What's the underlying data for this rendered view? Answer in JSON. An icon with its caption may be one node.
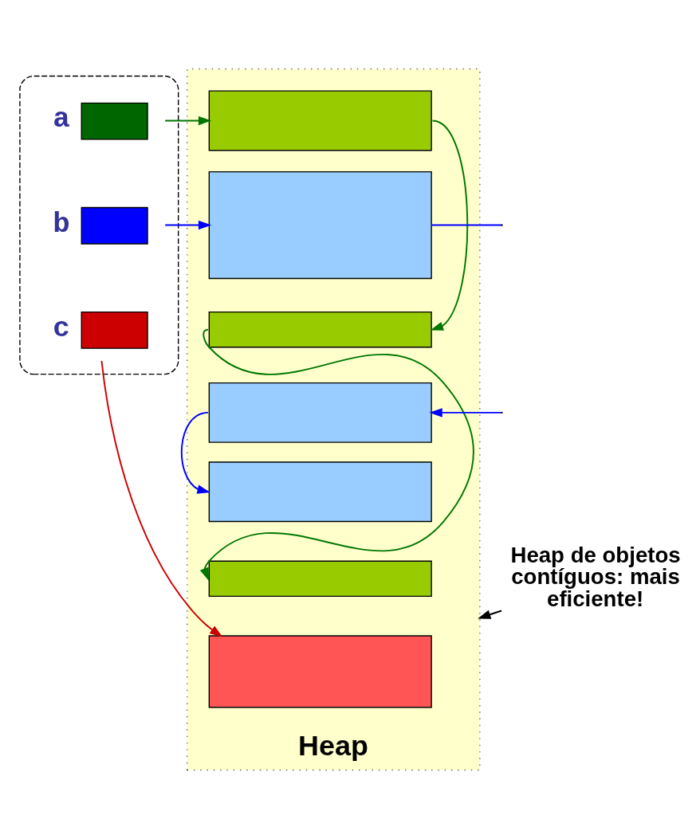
{
  "diagram": {
    "nodes": [
      {
        "text": [],
        "shape": "box"
      },
      {
        "text": [],
        "beside": [
          "a"
        ],
        "in": 0,
        "shape": "box"
      },
      {
        "text": [],
        "beside": [
          "b"
        ],
        "in": 0,
        "shape": "box"
      },
      {
        "text": [],
        "beside": [
          "c"
        ],
        "in": 0,
        "shape": "box"
      },
      {
        "text": [
          "Heap"
        ]
      },
      {
        "text": [],
        "in": 4,
        "shape": "box"
      },
      {
        "text": [],
        "in": 4,
        "shape": "box"
      },
      {
        "text": [],
        "in": 4,
        "shape": "box"
      },
      {
        "text": [],
        "in": 4,
        "shape": "box"
      },
      {
        "text": [],
        "in": 4,
        "shape": "box"
      },
      {
        "text": [],
        "in": 4,
        "shape": "box"
      },
      {
        "text": [],
        "in": 4,
        "shape": "box"
      },
      {
        "text": [
          "Heap de objetos contíguos: mais eficiente!"
        ]
      }
    ],
    "edges": [
      {
        "from": 1,
        "to": 5,
        "arrow": "to",
        "color": "#007700"
      },
      {
        "from": 2,
        "to": 6,
        "arrow": "to",
        "color": "#0000ff"
      },
      {
        "from": 3,
        "to": 11,
        "arrow": "to",
        "color": "#cc0000"
      },
      {
        "from": 5,
        "to": 7,
        "arrow": "to",
        "color": "#007700"
      },
      {
        "from": 6,
        "to": null,
        "arrow": "none",
        "color": "#0000ff"
      },
      {
        "from": null,
        "to": 8,
        "arrow": "to",
        "color": "#0000ff"
      },
      {
        "from": 7,
        "to": 10,
        "arrow": "to",
        "color": "#007700"
      },
      {
        "from": 8,
        "to": 9,
        "arrow": "to",
        "color": "#0000ff"
      },
      {
        "from": 12,
        "to": 4,
        "arrow": "to",
        "color": "#000000"
      }
    ]
  }
}
